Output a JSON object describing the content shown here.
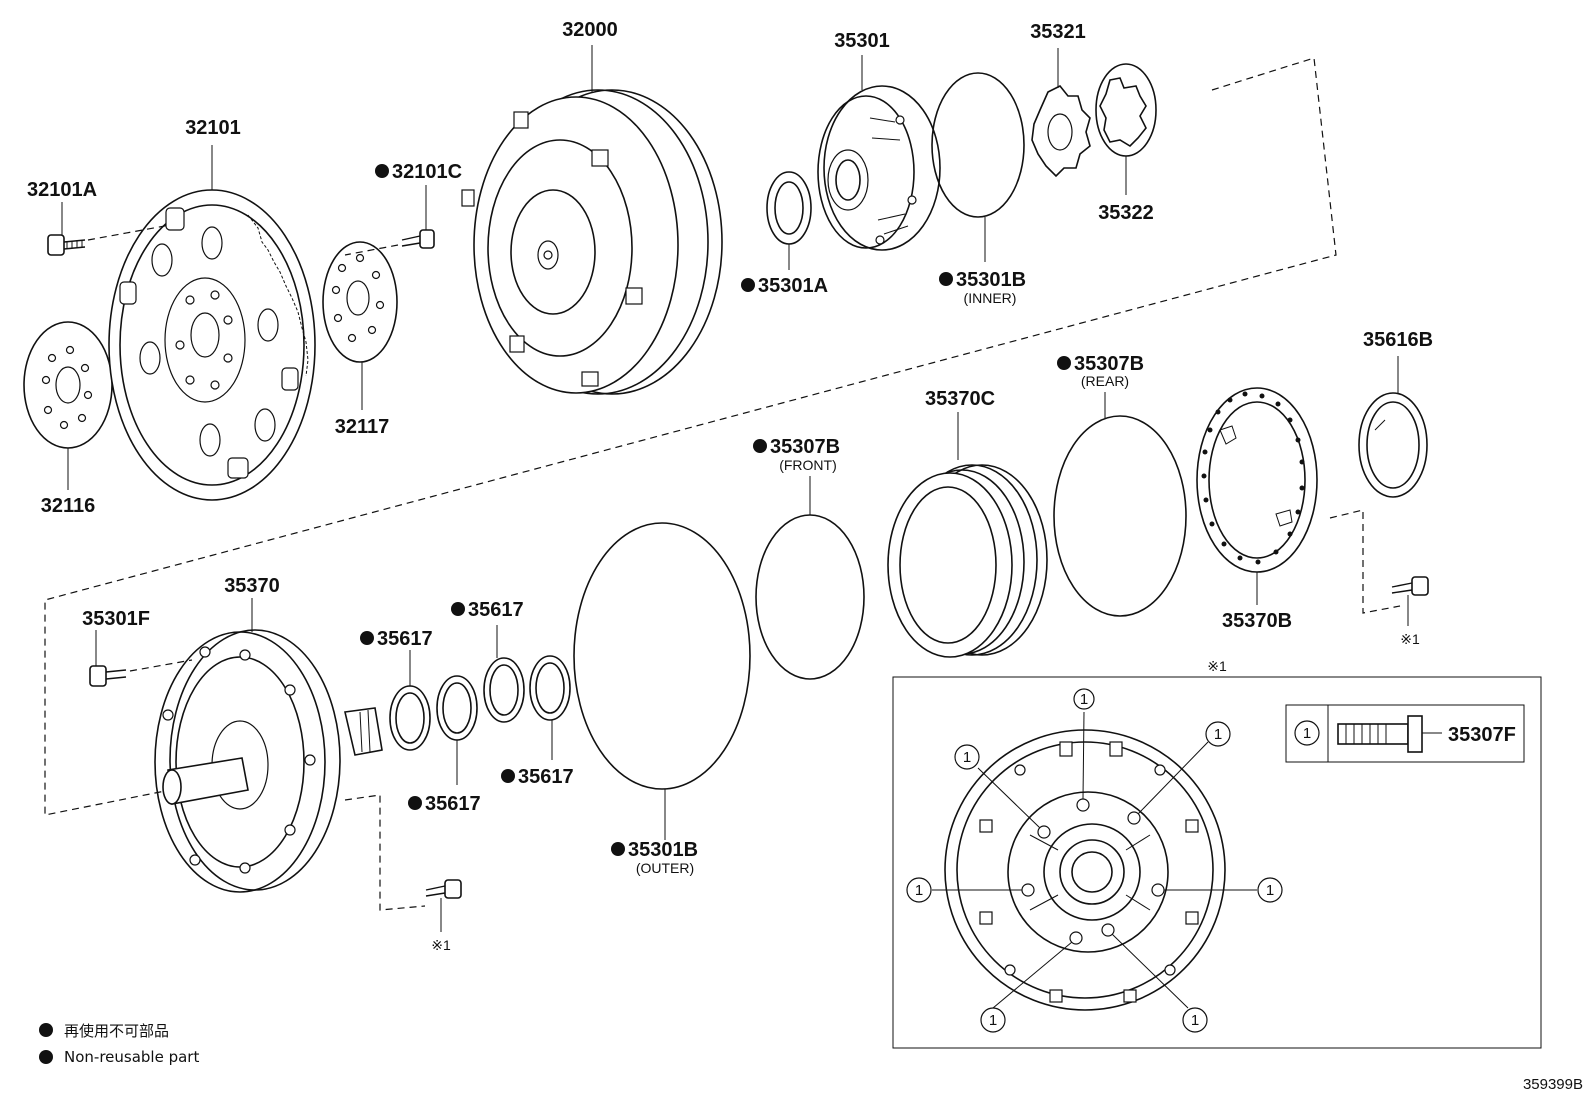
{
  "parts": {
    "p32000": "32000",
    "p32101": "32101",
    "p32101A": "32101A",
    "p32101C": "32101C",
    "p32116": "32116",
    "p32117": "32117",
    "p35301": "35301",
    "p35301A": "35301A",
    "p35301B_inner": "35301B",
    "inner_note": "(INNER)",
    "p35321": "35321",
    "p35322": "35322",
    "p35616B": "35616B",
    "p35307B_rear": "35307B",
    "rear_note": "(REAR)",
    "p35370C": "35370C",
    "p35307B_front": "35307B",
    "front_note": "(FRONT)",
    "p35370B": "35370B",
    "p35370": "35370",
    "p35301F": "35301F",
    "p35617_a": "35617",
    "p35617_b": "35617",
    "p35617_c": "35617",
    "p35617_d": "35617",
    "p35301B_outer": "35301B",
    "outer_note": "(OUTER)",
    "p35307F": "35307F"
  },
  "ref_marks": {
    "ref1": "※1",
    "ref2": "※1",
    "ref3": "※1"
  },
  "callout": {
    "num": "1"
  },
  "legend": {
    "line_jp": "再使用不可部品",
    "line_en": "Non-reusable part"
  },
  "diagram_code": "359399B"
}
